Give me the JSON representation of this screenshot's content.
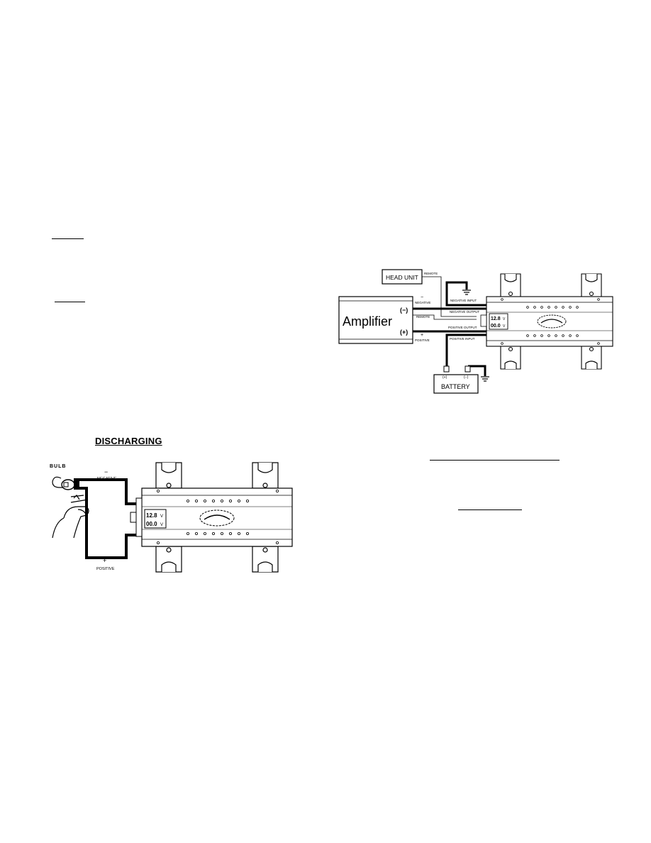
{
  "left_page": {
    "discharging_title": "DISCHARGING",
    "labels": {
      "bulb": "BULB",
      "negative_sign": "−",
      "negative": "NEGATIVE",
      "positive_sign": "+",
      "positive": "POSITIVE"
    },
    "display": {
      "top": "12.8",
      "top_unit": "V",
      "bottom": "00.0",
      "bottom_unit": "V"
    }
  },
  "right_page": {
    "labels": {
      "head_unit": "HEAD UNIT",
      "remote_top": "REMOTE",
      "amplifier": "Amplifier",
      "minus_terminal": "(−)",
      "plus_terminal": "(+)",
      "negative_sign": "−",
      "negative": "NEGATIVE",
      "remote": "REMOTE",
      "positive_sign": "+",
      "positive": "POSITIVE",
      "negative_input": "NEGATIVE INPUT",
      "negative_output": "NEGATIVE OUTPUT",
      "positive_output": "POSITIVE OUTPUT",
      "positive_input": "POSITIVE INPUT",
      "battery": "BATTERY",
      "battery_plus": "(+)",
      "battery_minus": "(−)"
    },
    "display": {
      "top": "12.8",
      "top_unit": "V",
      "bottom": "00.0",
      "bottom_unit": "V"
    }
  },
  "colors": {
    "ink": "#000000",
    "panel_fill": "#f2f2f2",
    "paper": "#ffffff"
  }
}
